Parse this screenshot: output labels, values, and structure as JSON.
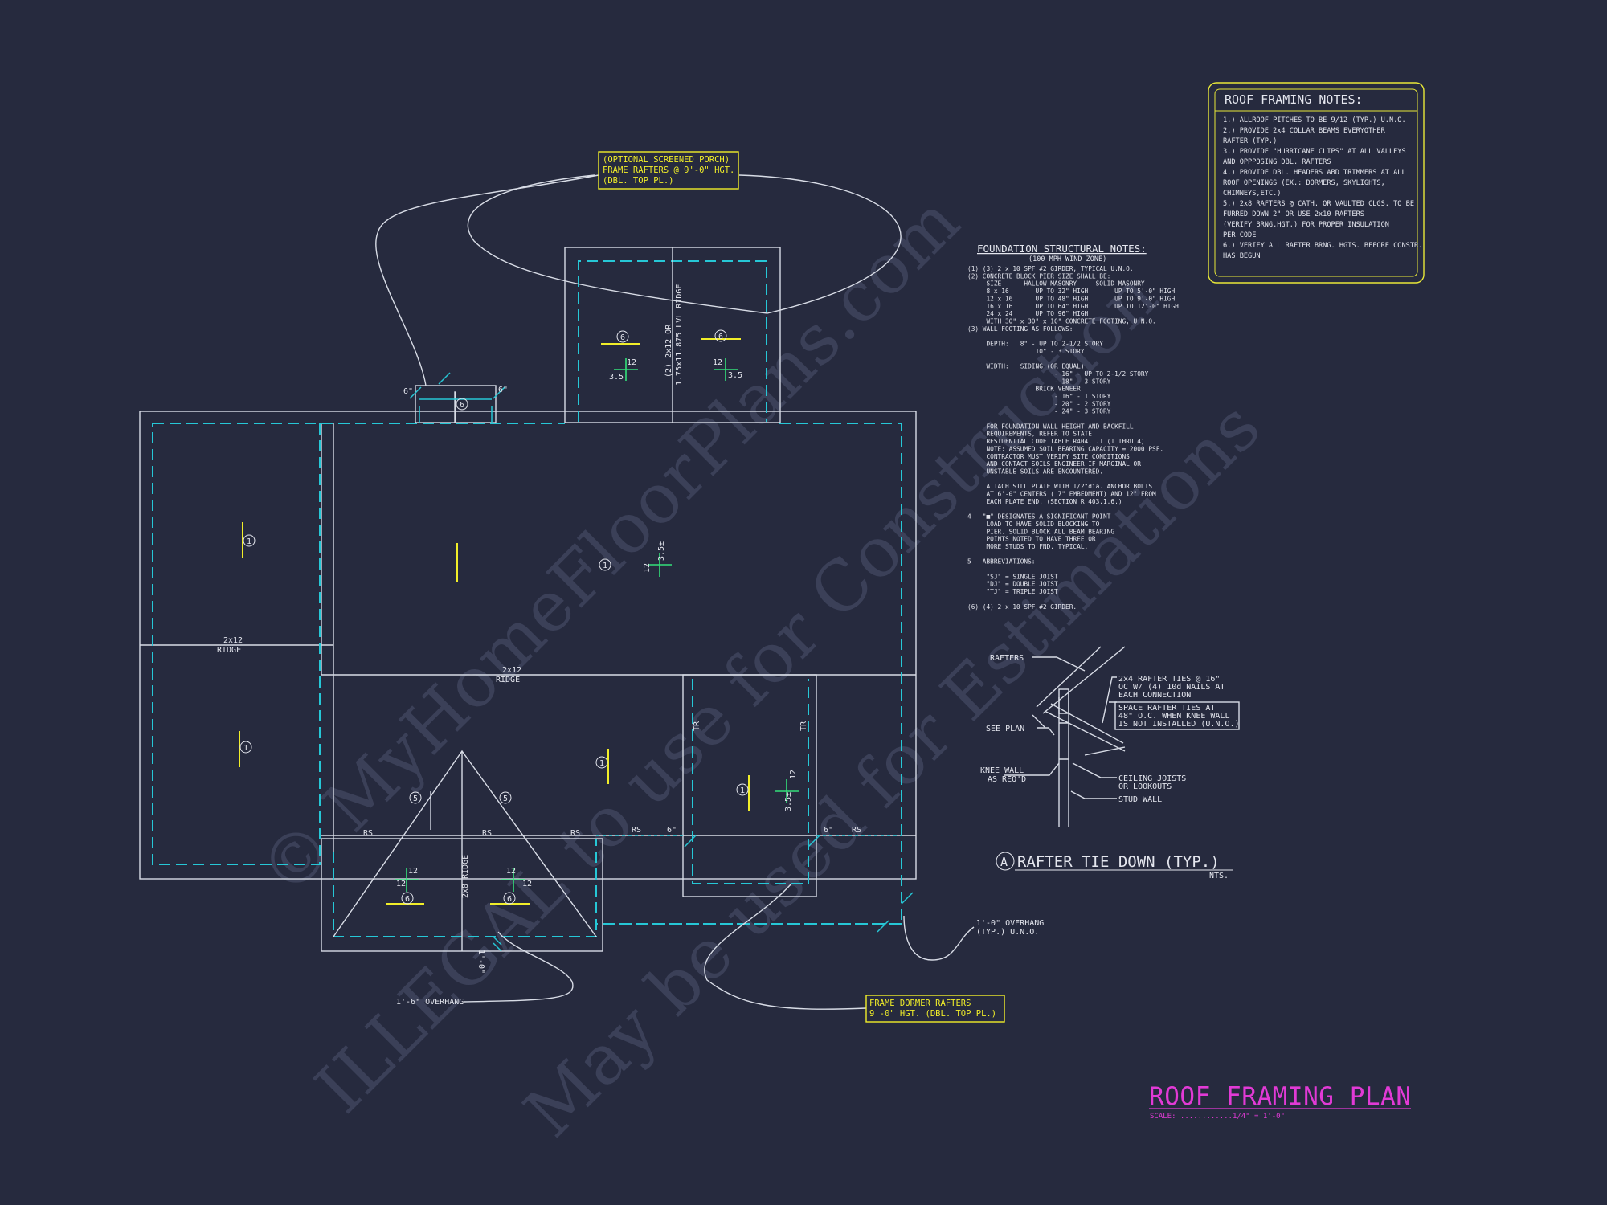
{
  "watermark": {
    "line1": "© MyHomeFloorPlans.com",
    "line2": "ILLEGAL to use for Construction",
    "line3": "May be used for Estimations"
  },
  "roof_notes": {
    "title": "ROOF FRAMING NOTES:",
    "items": [
      "1.) ALLROOF PITCHES TO BE  9/12 (TYP.) U.N.O.",
      "2.) PROVIDE 2x4 COLLAR BEAMS EVERYOTHER",
      "     RAFTER (TYP.)",
      "3.) PROVIDE \"HURRICANE CLIPS\" AT ALL VALLEYS",
      "     AND OPPPOSING DBL. RAFTERS",
      "4.) PROVIDE DBL. HEADERS ABD TRIMMERS AT ALL",
      "     ROOF OPENINGS (EX.: DORMERS, SKYLIGHTS,",
      "     CHIMNEYS,ETC.)",
      "5.) 2x8 RAFTERS @ CATH. OR VAULTED CLGS. TO BE",
      "     FURRED DOWN 2\" OR USE 2x10 RAFTERS",
      "     (VERIFY BRNG.HGT.) FOR PROPER INSULATION",
      "     PER CODE",
      "6.) VERIFY ALL RAFTER BRNG. HGTS. BEFORE CONSTR.",
      "     HAS BEGUN"
    ]
  },
  "foundation_notes": {
    "title": "FOUNDATION STRUCTURAL NOTES:",
    "subtitle": "(100 MPH WIND ZONE)",
    "lines": [
      "(1) (3) 2 x 10 SPF #2 GIRDER, TYPICAL U.N.O.",
      "(2) CONCRETE BLOCK PIER SIZE SHALL BE:",
      "     SIZE      HALLOW MASONRY     SOLID MASONRY",
      "     8 x 16       UP TO 32\" HIGH       UP TO 5'-0\" HIGH",
      "     12 x 16      UP TO 48\" HIGH       UP TO 9'-0\" HIGH",
      "     16 x 16      UP TO 64\" HIGH       UP TO 12'-0\" HIGH",
      "     24 x 24      UP TO 96\" HIGH",
      "     WITH 30\" x 30\" x 10\" CONCRETE FOOTING, U.N.O.",
      "(3) WALL FOOTING AS FOLLOWS:",
      "",
      "     DEPTH:   8\" - UP TO 2-1/2 STORY",
      "                  10\" - 3 STORY",
      "",
      "     WIDTH:   SIDING (OR EQUAL)",
      "                       - 16\" - UP TO 2-1/2 STORY",
      "                       - 18\" - 3 STORY",
      "                  BRICK VENEER",
      "                       - 16\" - 1 STORY",
      "                       - 20\" - 2 STORY",
      "                       - 24\" - 3 STORY",
      "",
      "     FOR FOUNDATION WALL HEIGHT AND BACKFILL",
      "     REQUIREMENTS, REFER TO STATE",
      "     RESIDENTIAL CODE TABLE R404.1.1 (1 THRU 4)",
      "     NOTE: ASSUMED SOIL BEARING CAPACITY = 2000 PSF.",
      "     CONTRACTOR MUST VERIFY SITE CONDITIONS",
      "     AND CONTACT SOILS ENGINEER IF MARGINAL OR",
      "     UNSTABLE SOILS ARE ENCOUNTERED.",
      "",
      "     ATTACH SILL PLATE WITH 1/2\"dia. ANCHOR BOLTS",
      "     AT 6'-0\" CENTERS ( 7\" EMBEDMENT) AND 12\" FROM",
      "     EACH PLATE END. (SECTION R 403.1.6.)",
      "",
      "4   \"■\" DESIGNATES A SIGNIFICANT POINT",
      "     LOAD TO HAVE SOLID BLOCKING TO",
      "     PIER. SOLID BLOCK ALL BEAM BEARING",
      "     POINTS NOTED TO HAVE THREE OR",
      "     MORE STUDS TO FND. TYPICAL.",
      "",
      "5   ABBREVIATIONS:",
      "",
      "     \"SJ\" = SINGLE JOIST",
      "     \"DJ\" = DOUBLE JOIST",
      "     \"TJ\" = TRIPLE JOIST",
      "",
      "(6) (4) 2 x 10 SPF #2 GIRDER."
    ]
  },
  "callouts": {
    "porch": [
      "(OPTIONAL SCREENED PORCH)",
      "FRAME RAFTERS @ 9'-0\" HGT.",
      "(DBL. TOP PL.)"
    ],
    "dormer": [
      "FRAME DORMER RAFTERS",
      "9'-0\" HGT. (DBL. TOP PL.)"
    ],
    "overhang_typ": [
      "1'-0\" OVERHANG",
      "(TYP.) U.N.O."
    ],
    "overhang_front": "1'-6\" OVERHANG"
  },
  "plan_labels": {
    "ridge_left_size": "2x12",
    "ridge_left": "RIDGE",
    "ridge_main_size": "2x12",
    "ridge_main": "RIDGE",
    "porch_ridge_1": "(2) 2x12 OR",
    "porch_ridge_2": "1.75x11.875 LVL RIDGE",
    "gable_ridge": "2x8 RIDGE",
    "rs": "RS",
    "tr": "TR",
    "pitch_12": "12",
    "pitch_35": "3.5",
    "pitch_35pm": "3.5±",
    "six_inch": "6\"",
    "one_foot": "1'-0\"",
    "tags": [
      "1",
      "5",
      "6"
    ]
  },
  "detail": {
    "label_rafters": "RAFTERS",
    "label_see_plan": "SEE PLAN",
    "label_knee": [
      "KNEE WALL",
      "AS REQ'D"
    ],
    "label_ties": [
      "2x4 RAFTER TIES @ 16\"",
      "OC W/ (4) 10d NAILS AT",
      "EACH CONNECTION"
    ],
    "label_space": [
      "SPACE RAFTER TIES AT",
      "48\" O.C. WHEN KNEE WALL",
      "IS NOT INSTALLED (U.N.O.)"
    ],
    "label_ceiling": [
      "CEILING JOISTS",
      "OR LOOKOUTS"
    ],
    "label_stud": "STUD WALL",
    "title_letter": "A",
    "title": "RAFTER TIE DOWN (TYP.)",
    "nts": "NTS."
  },
  "sheet_title": {
    "title": "ROOF FRAMING PLAN",
    "scale": "SCALE: ............1/4\" = 1'-0\""
  },
  "colors": {
    "background": "#262a3e",
    "linework": "#d8dce6",
    "eave_dashed": "#26c7d6",
    "highlight": "#f1ee29",
    "pitch_mark": "#33e07a",
    "title": "#e23ad6"
  }
}
